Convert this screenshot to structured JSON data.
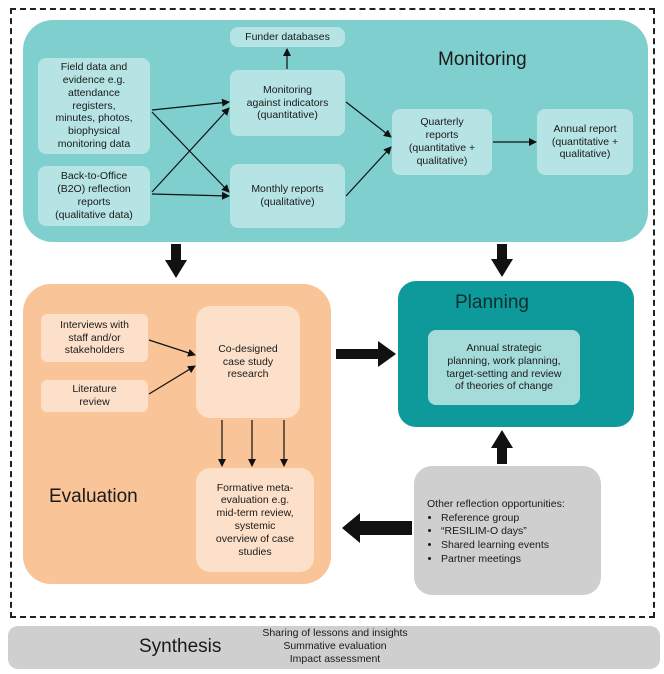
{
  "monitoring": {
    "title": "Monitoring",
    "funder": "Funder databases",
    "field_data": "Field data and\nevidence e.g.\nattendance\nregisters,\nminutes, photos,\nbiophysical\nmonitoring data",
    "b2o": "Back-to-Office\n(B2O) reflection\nreports\n(qualitative data)",
    "indicators": "Monitoring\nagainst indicators\n(quantitative)",
    "monthly": "Monthly reports\n(qualitative)",
    "quarterly": "Quarterly\nreports\n(quantitative +\nqualitative)",
    "annual": "Annual report\n(quantitative +\nqualitative)"
  },
  "evaluation": {
    "title": "Evaluation",
    "interviews": "Interviews with\nstaff and/or\nstakeholders",
    "literature": "Literature\nreview",
    "codesigned": "Co-designed\ncase study\nresearch",
    "formative": "Formative meta-\nevaluation e.g.\nmid-term review,\nsystemic\noverview of case\nstudies"
  },
  "planning": {
    "title": "Planning",
    "annual": "Annual strategic\nplanning, work planning,\ntarget-setting and review\nof theories of change"
  },
  "other": {
    "heading": "Other reflection opportunities:",
    "items": [
      "Reference group",
      "“RESILIM-O days”",
      "Shared learning events",
      "Partner meetings"
    ]
  },
  "synthesis": {
    "title": "Synthesis",
    "lines": "Sharing of lessons and insights\nSummative evaluation\nImpact assessment"
  },
  "colors": {
    "monitoring": "#7fcfcf",
    "evaluation": "#f9c497",
    "planning": "#0e9a9a",
    "other": "#cfcfcf"
  }
}
